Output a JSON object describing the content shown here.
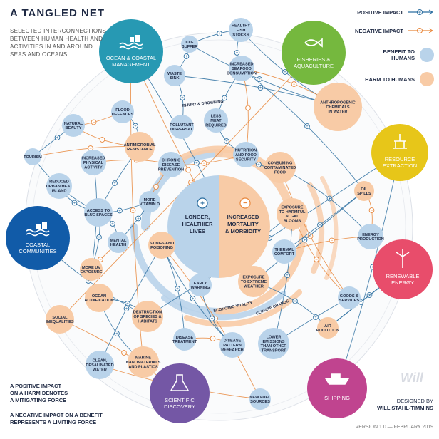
{
  "title": "A TANGLED NET",
  "subtitle": "SELECTED INTERCONNECTIONS BETWEEN HUMAN HEALTH AND ACTIVITIES IN AND AROUND SEAS AND OCEANS",
  "legend": {
    "positive": "POSITIVE IMPACT",
    "negative": "NEGATIVE IMPACT",
    "benefit": "BENEFIT TO HUMANS",
    "harm": "HARM TO HUMANS"
  },
  "notes": {
    "mitigating": [
      "A POSITIVE IMPACT",
      "ON A HARM DENOTES",
      "A MITIGATING FORCE"
    ],
    "limiting": [
      "A NEGATIVE IMPACT ON A BENEFIT",
      "REPRESENTS A LIMITING FORCE"
    ]
  },
  "credit": [
    "DESIGNED BY",
    "WILL STAHL-TIMMINS"
  ],
  "version": "VERSION 1.0  —  FEBRUARY 2019",
  "watermark": "Will",
  "colors": {
    "benefit": "#b9d3ea",
    "harm": "#f8cba6",
    "positive_line": "#2b6ea0",
    "negative_line": "#e8863a",
    "ocean_mgmt": "#2799b3",
    "fisheries": "#75b83e",
    "resource": "#e7c619",
    "renewable": "#e84d6b",
    "shipping": "#c0448f",
    "scientific": "#7457a5",
    "coastal": "#115ba8"
  },
  "hubs": [
    {
      "id": "ocean",
      "lines": [
        "OCEAN & COASTAL",
        "MANAGEMENT"
      ],
      "icon": "waves-houses-icon"
    },
    {
      "id": "fisheries",
      "lines": [
        "FISHERIES &",
        "AQUACULTURE"
      ],
      "icon": "fish-icon"
    },
    {
      "id": "resource",
      "lines": [
        "RESOURCE",
        "EXTRACTION"
      ],
      "icon": "oil-rig-icon"
    },
    {
      "id": "renewable",
      "lines": [
        "RENEWABLE",
        "ENERGY"
      ],
      "icon": "wind-turbine-icon"
    },
    {
      "id": "shipping",
      "lines": [
        "SHIPPING"
      ],
      "icon": "ship-icon"
    },
    {
      "id": "scientific",
      "lines": [
        "SCIENTIFIC",
        "DISCOVERY"
      ],
      "icon": "flask-icon"
    },
    {
      "id": "coastal",
      "lines": [
        "COASTAL",
        "COMMUNITIES"
      ],
      "icon": "waves-houses-icon"
    }
  ],
  "centers": {
    "benefit": [
      "LONGER,",
      "HEALTHIER",
      "LIVES"
    ],
    "harm": [
      "INCREASED",
      "MORTALITY",
      "& MORBIDITY"
    ]
  },
  "arc_labels": [
    "INJURY & DROWNING",
    "ECONOMIC VITALITY",
    "CLIMATE CHANGE"
  ],
  "benefit_nodes": [
    [
      "HEALTHY",
      "FISH",
      "STOCKS"
    ],
    [
      "CO₂",
      "BUFFER"
    ],
    [
      "WASTE",
      "SINK"
    ],
    [
      "INCREASED",
      "SEAFOOD",
      "CONSUMPTION"
    ],
    [
      "NATURAL",
      "BEAUTY"
    ],
    [
      "FLOOD",
      "DEFENCES"
    ],
    [
      "LESS",
      "MEAT",
      "REQUIRED"
    ],
    [
      "TOURISM"
    ],
    [
      "POLLUTANT",
      "DISPERSAL"
    ],
    [
      "INCREASED",
      "PHYSICAL",
      "ACTIVITY"
    ],
    [
      "NUTRITION",
      "AND FOOD",
      "SECURITY"
    ],
    [
      "CHRONIC",
      "DISEASE",
      "PREVENTION"
    ],
    [
      "REDUCED",
      "URBAN HEAT",
      "ISLAND"
    ],
    [
      "ACCESS TO",
      "BLUE SPACES"
    ],
    [
      "MORE",
      "VITAMIN D"
    ],
    [
      "ENERGY",
      "PRODUCTION"
    ],
    [
      "MENTAL",
      "HEALTH"
    ],
    [
      "THERMAL",
      "COMFORT"
    ],
    [
      "EARLY",
      "WARNING"
    ],
    [
      "GOODS &",
      "SERVICES"
    ],
    [
      "DISEASE",
      "TREATMENT"
    ],
    [
      "DISEASE",
      "PATTERN",
      "RESEARCH"
    ],
    [
      "LOWER",
      "EMISSIONS",
      "THAN OTHER",
      "TRANSPORT"
    ],
    [
      "CLEAN,",
      "DESALINATED",
      "WATER"
    ],
    [
      "NEW FUEL",
      "SOURCES"
    ]
  ],
  "harm_nodes": [
    [
      "ANTHROPOGENIC",
      "CHEMICALS",
      "IN WATER"
    ],
    [
      "ANTIMICROBIAL",
      "RESISTANCE"
    ],
    [
      "CONSUMING",
      "CONTAMINATED",
      "FOOD"
    ],
    [
      "OIL",
      "SPILLS"
    ],
    [
      "EXPOSURE",
      "TO HARMFUL",
      "ALGAL",
      "BLOOMS"
    ],
    [
      "STINGS AND",
      "POISONING"
    ],
    [
      "MORE UV",
      "EXPOSURE"
    ],
    [
      "EXPOSURE",
      "TO EXTREME",
      "WEATHER"
    ],
    [
      "OCEAN",
      "ACIDIFICATION"
    ],
    [
      "SOCIAL",
      "INEQUALITIES"
    ],
    [
      "DESTRUCTION",
      "OF SPECIES &",
      "HABITATS"
    ],
    [
      "AIR",
      "POLLUTION"
    ],
    [
      "MARINE",
      "NANOMATERIALS",
      "AND PLASTICS"
    ]
  ]
}
